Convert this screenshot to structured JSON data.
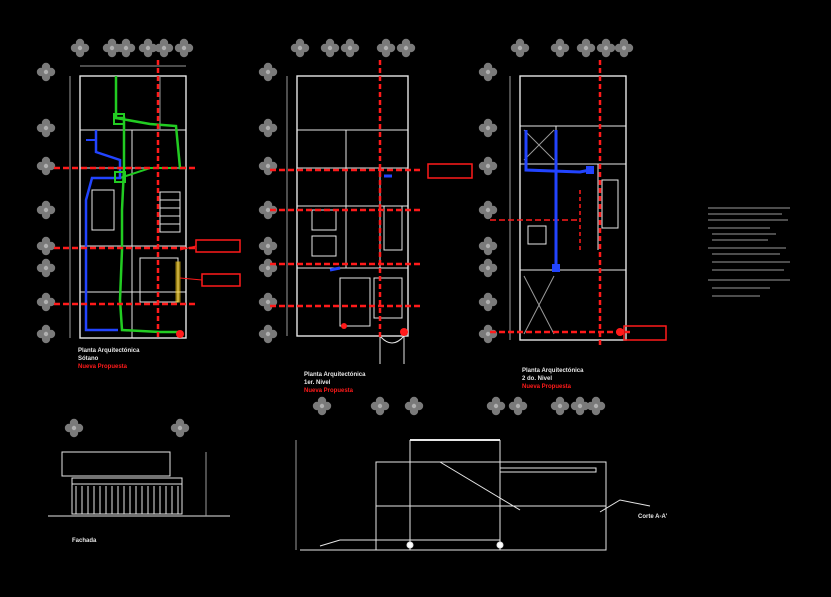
{
  "colors": {
    "background": "#000000",
    "line": "#e6e6e6",
    "dim": "#9a9a9a",
    "red": "#ff1a1a",
    "green": "#22cc22",
    "blue": "#2244ff",
    "yellow": "#ffd21a",
    "white": "#ffffff"
  },
  "plans": [
    {
      "title": "Planta Arquitectónica",
      "subtitle": "Sótano",
      "note": "Nueva Propuesta"
    },
    {
      "title": "Planta Arquitectónica",
      "subtitle": "1er. Nivel",
      "note": "Nueva Propuesta"
    },
    {
      "title": "Planta Arquitectónica",
      "subtitle": "2 do. Nivel",
      "note": "Nueva Propuesta"
    }
  ],
  "elevation": {
    "title": "Fachada"
  },
  "section": {
    "title": "Corte A-A'"
  },
  "grid_bubble_icon": "cad-grid-bubble-icon"
}
